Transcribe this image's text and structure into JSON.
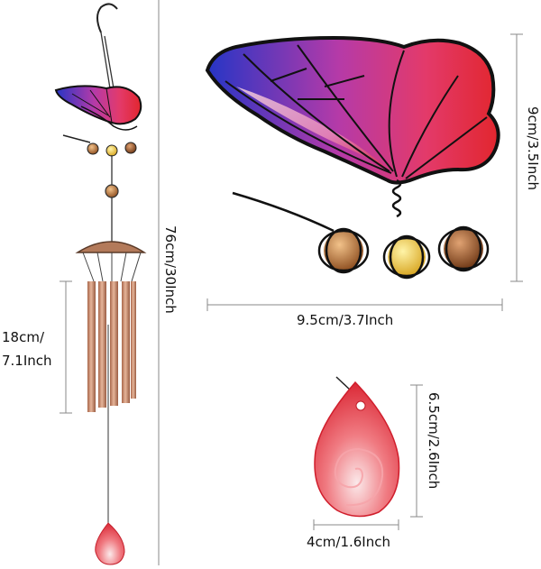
{
  "dimensions": {
    "total_length": "76cm/30Inch",
    "tube_length_line1": "18cm/",
    "tube_length_line2": "7.1Inch",
    "butterfly_height": "9cm/3.5Inch",
    "butterfly_width": "9.5cm/3.7Inch",
    "drop_height": "6.5cm/2.6Inch",
    "drop_width": "4cm/1.6Inch"
  },
  "colors": {
    "measure_line": "#8a8a8a",
    "frame": "#1a1a1a",
    "wing_blue": "#2a3bc8",
    "wing_red": "#d8222e",
    "wing_pink": "#e77bb0",
    "tube_copper": "#c98a6a",
    "drop_red": "#e5313d"
  },
  "icons": [
    "hook-icon",
    "chain-icon",
    "butterfly-icon",
    "bead-icon",
    "chime-tube-icon",
    "teardrop-icon"
  ]
}
